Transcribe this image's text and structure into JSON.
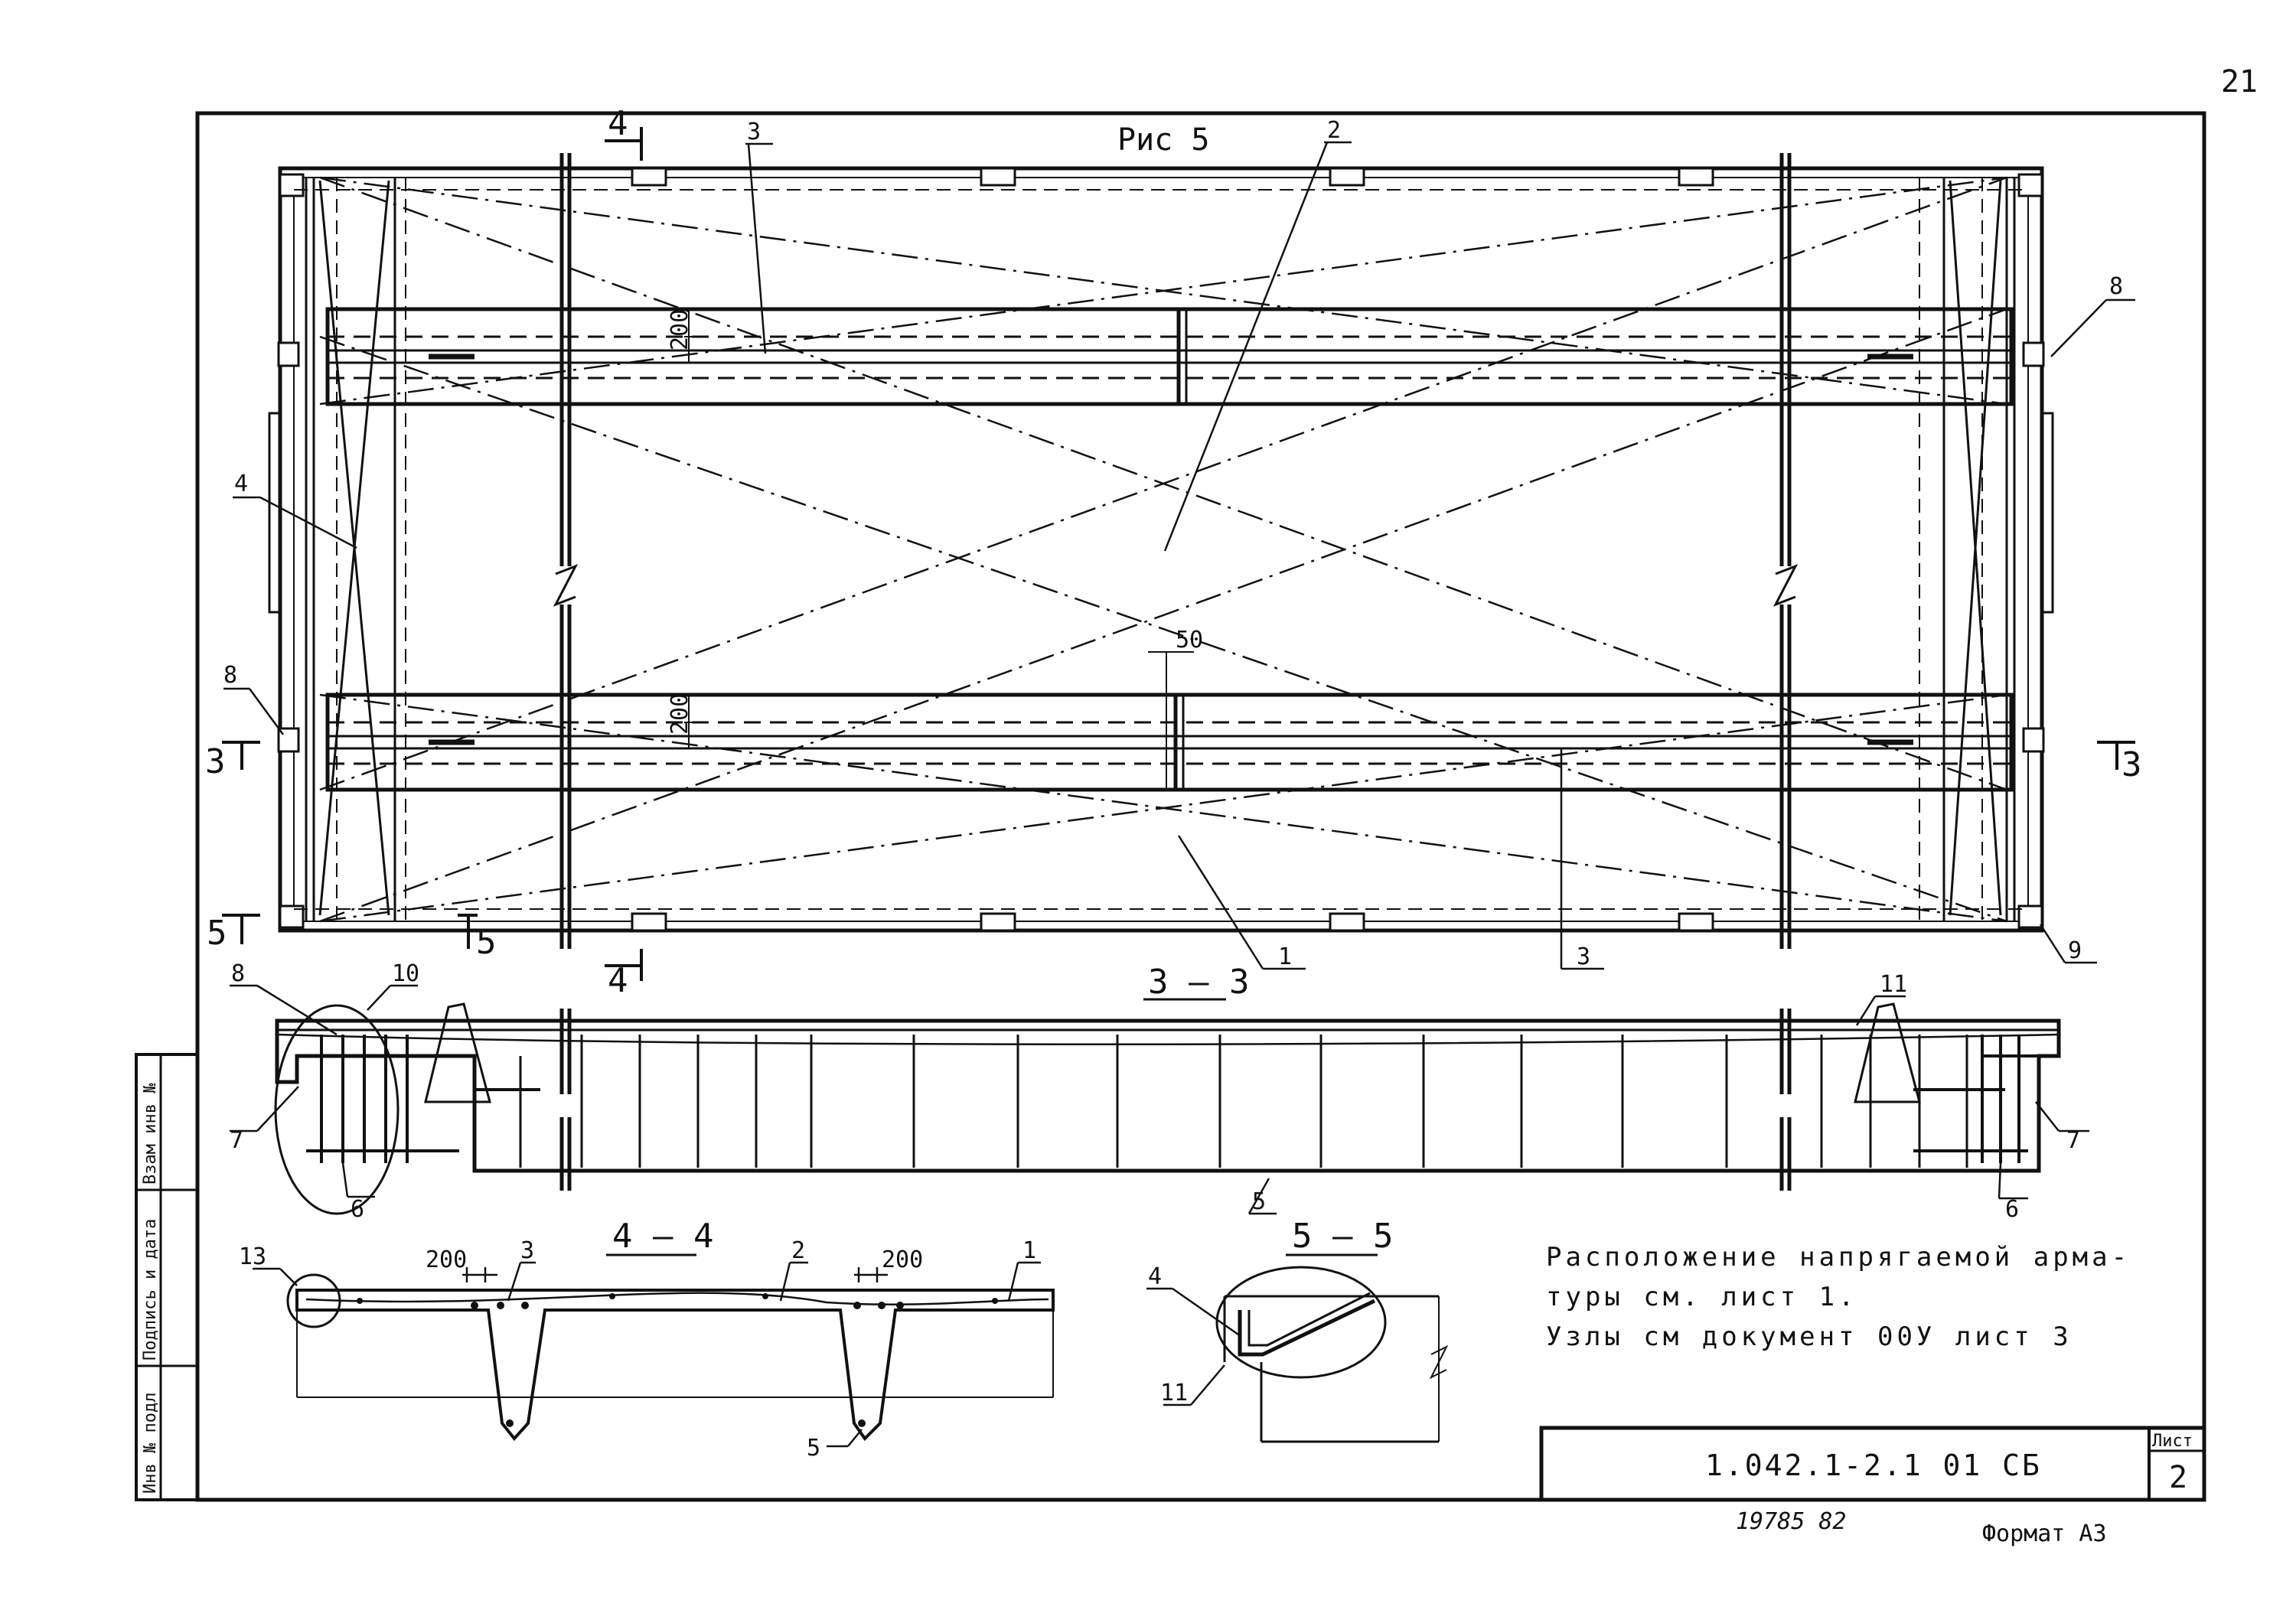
{
  "sheet_page_number": "21",
  "figure": {
    "title": "Рис 5"
  },
  "sections": {
    "s33": "3 – 3",
    "s44": "4 – 4",
    "s55": "5 – 5"
  },
  "section_marks": {
    "m4_top": "4",
    "m4_bottom": "4",
    "m3_left": "3",
    "m3_right": "3",
    "m5_left": "5",
    "m5_under": "5"
  },
  "callouts": {
    "plan": {
      "c1": "1",
      "c2": "2",
      "c3_top": "3",
      "c3_bottom": "3",
      "c4": "4",
      "c8_right": "8",
      "c8_left": "8",
      "c9": "9"
    },
    "s33": {
      "c8": "8",
      "c10": "10",
      "c11": "11",
      "c7_left": "7",
      "c7_right": "7",
      "c6_left": "6",
      "c6_right": "6",
      "c5": "5"
    },
    "s44": {
      "c13": "13",
      "c3": "3",
      "c2": "2",
      "c1": "1",
      "c5": "5"
    },
    "s55": {
      "c4": "4",
      "c11": "11"
    }
  },
  "dimensions": {
    "d200_top": "200",
    "d200_bottom": "200",
    "d50": "50",
    "d200_44_left": "200",
    "d200_44_right": "200"
  },
  "notes": {
    "line1": "Расположение напрягаемой арма-",
    "line2": "туры см. лист 1.",
    "line3": "Узлы см документ 00У лист 3"
  },
  "title_block": {
    "doc_code": "1.042.1-2.1 01 СБ",
    "sheet_label": "Лист",
    "sheet_number": "2"
  },
  "side_stamp": {
    "inv_podl": "Инв № подл",
    "podpis_data": "Подпись и дата",
    "vzam_inv": "Взам инв №"
  },
  "footer": {
    "handwritten": "19785 82",
    "format": "Формат А3"
  }
}
